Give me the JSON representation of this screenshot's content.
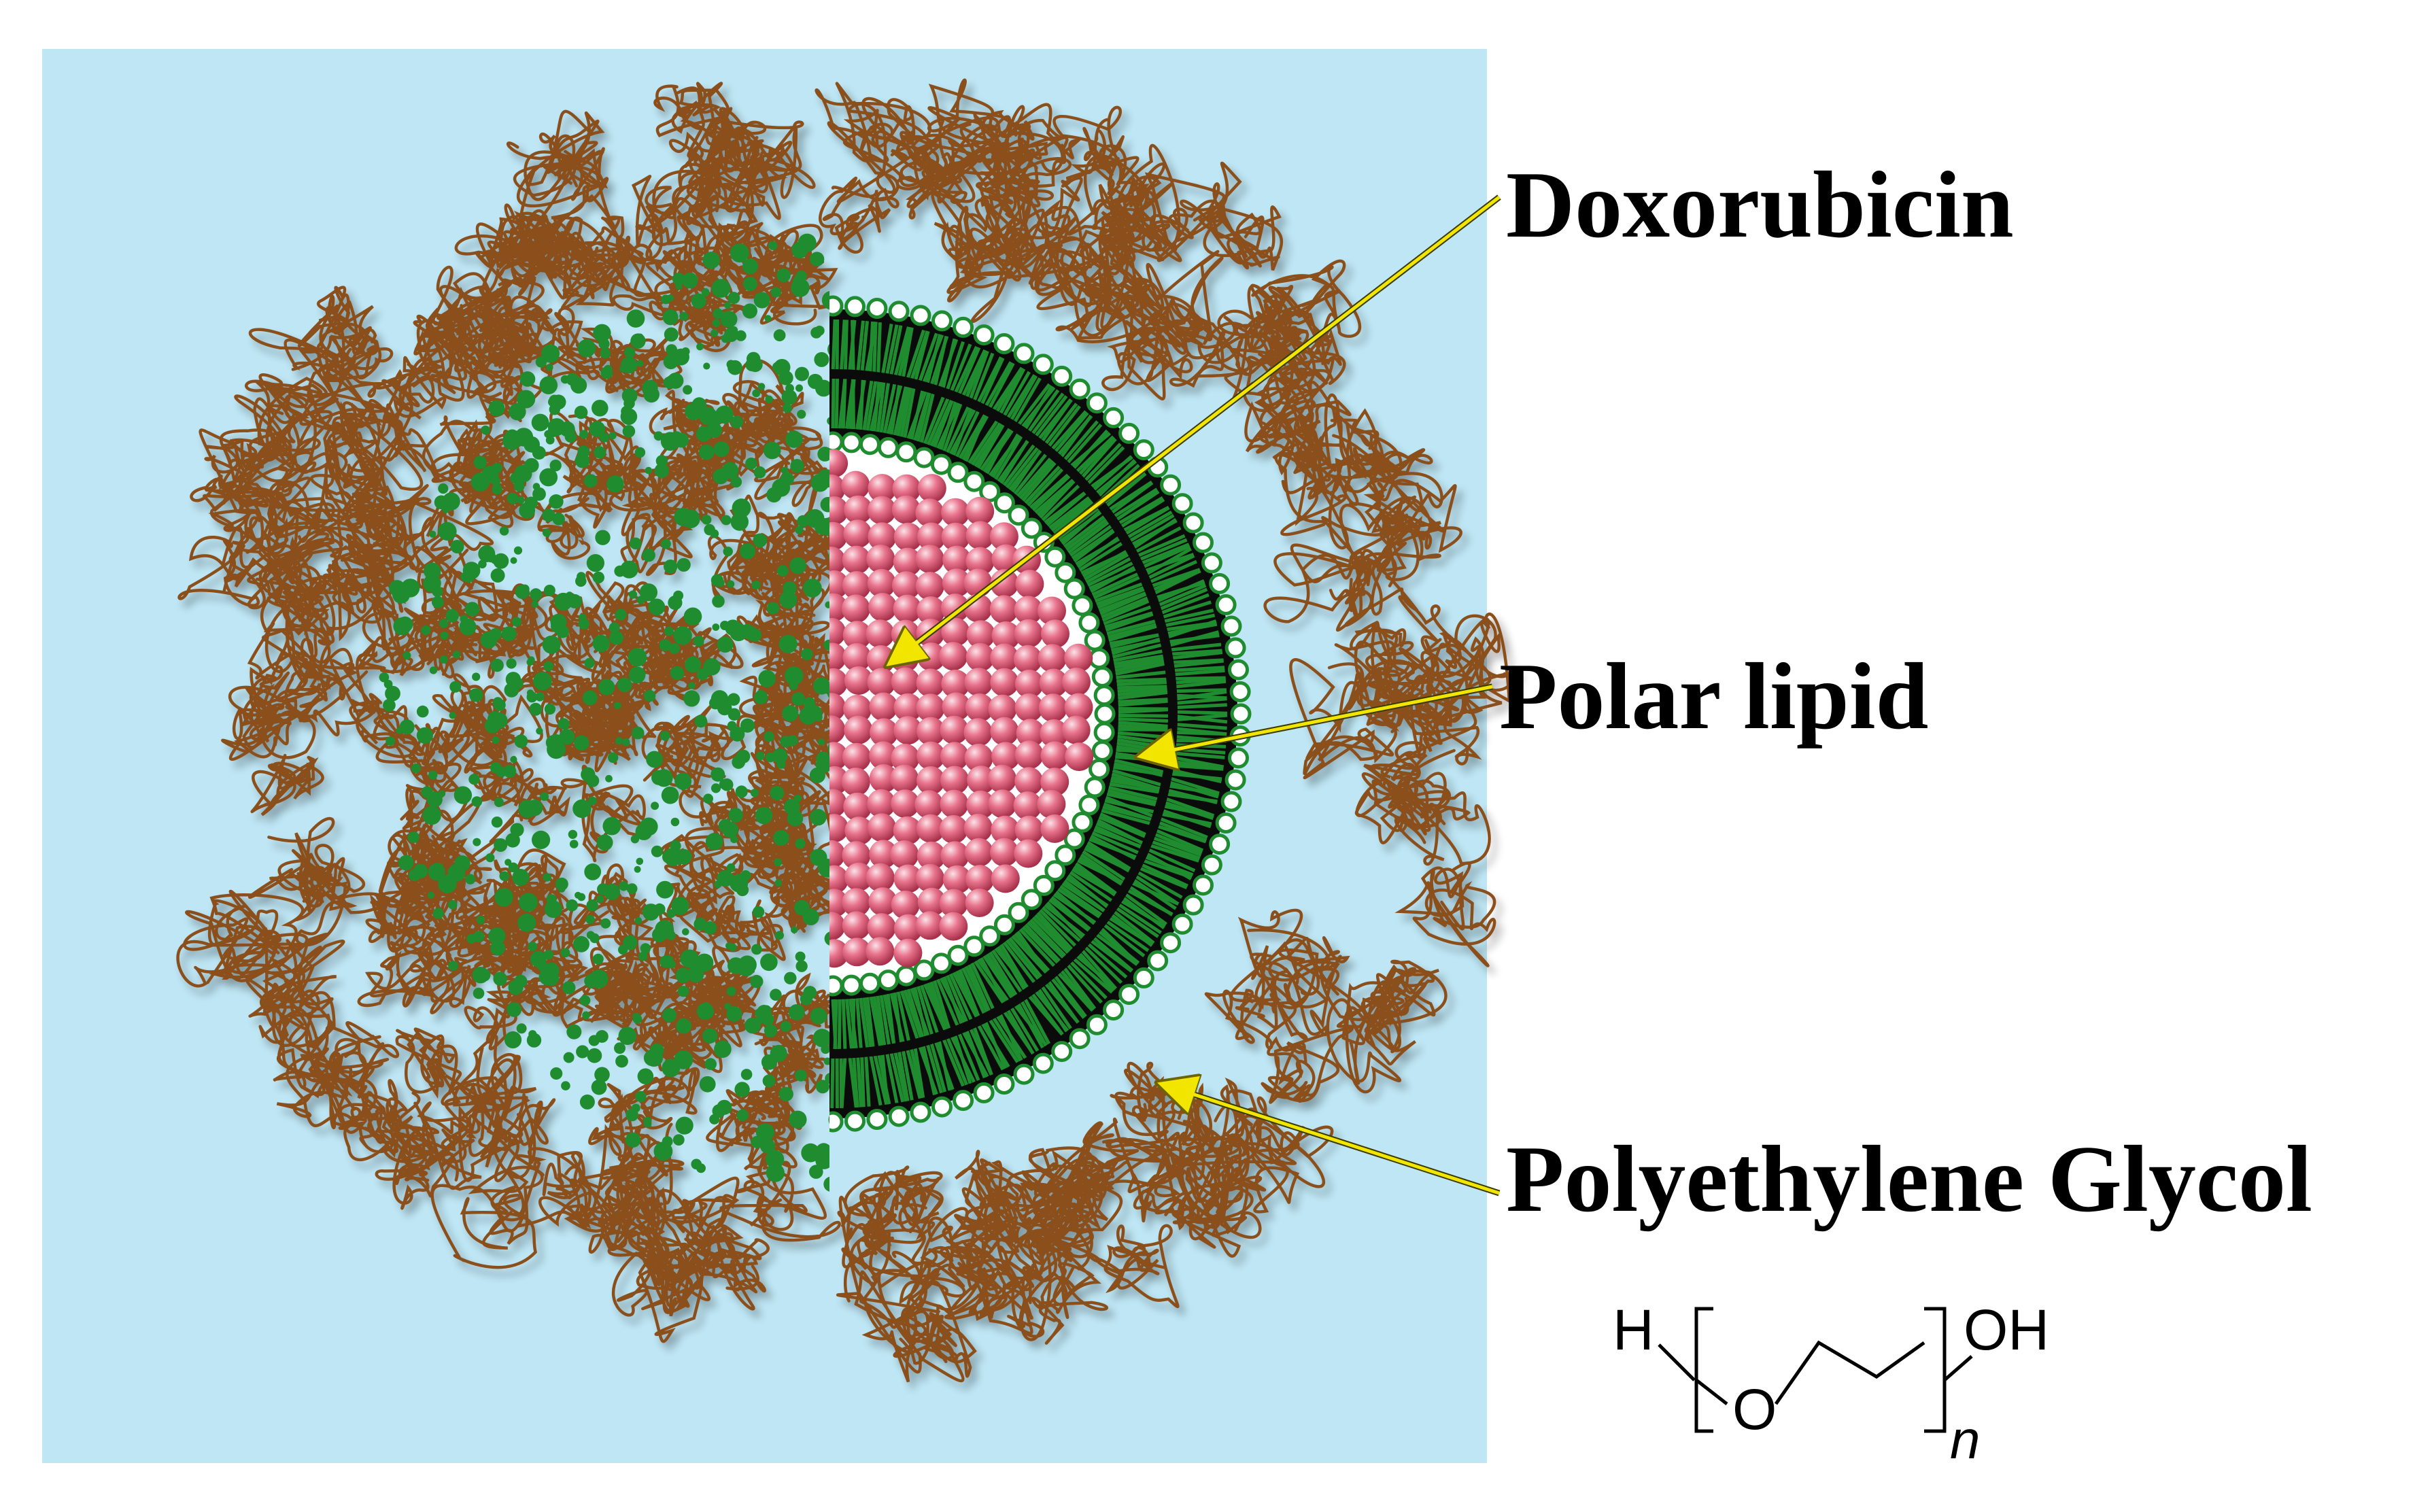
{
  "labels": {
    "doxorubicin": "Doxorubicin",
    "polar_lipid": "Polar lipid",
    "peg": "Polyethylene Glycol"
  },
  "formula": {
    "h": "H",
    "o": "O",
    "oh": "OH",
    "n": "n"
  },
  "colors": {
    "background_panel": "#bee6f4",
    "peg_strand": "#8b4f1e",
    "peg_shadow": "#5a3a1a",
    "lipid_green": "#1f8c2f",
    "bilayer_dark": "#0b0b0b",
    "head_white": "#ffffff",
    "core_pink": "#e0607a",
    "core_highlight": "#f7c6d0",
    "arrow_yellow": "#f2e600"
  }
}
